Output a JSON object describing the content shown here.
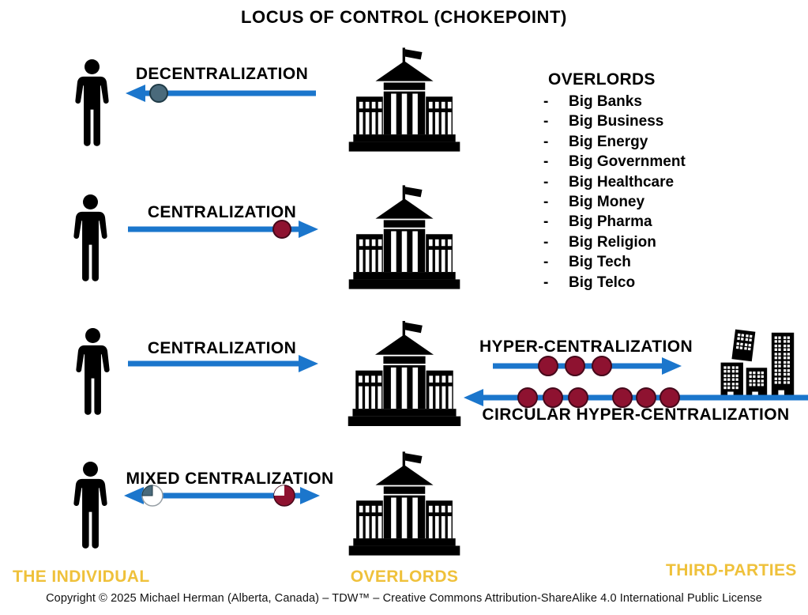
{
  "title": "LOCUS OF CONTROL (CHOKEPOINT)",
  "colors": {
    "arrow_blue": "#1B76CC",
    "dot_red": "#8E1230",
    "dot_slate": "#4A6A7B",
    "gold_label": "#EFC13B",
    "icon_black": "#000000"
  },
  "icons": {
    "individual": "person-icon",
    "overlord": "government-building-icon",
    "third_parties": "city-buildings-icon"
  },
  "rows": {
    "row1": {
      "label": "DECENTRALIZATION",
      "arrow_direction": "left",
      "slate_dots": 1
    },
    "row2": {
      "label": "CENTRALIZATION",
      "arrow_direction": "right",
      "red_dots": 1
    },
    "row3": {
      "label": "CENTRALIZATION",
      "arrow_direction": "right",
      "hyper": {
        "label": "HYPER-CENTRALIZATION",
        "arrow_direction": "right",
        "red_dots": 3
      },
      "circular": {
        "label": "CIRCULAR HYPER-CENTRALIZATION",
        "arrow_direction": "left",
        "red_dots": 6
      }
    },
    "row4": {
      "label": "MIXED CENTRALIZATION",
      "arrow_direction": "both",
      "pies": [
        "quarter-slate-on-white",
        "quarter-white-on-red"
      ]
    }
  },
  "overlords_list": {
    "heading": "OVERLORDS",
    "bullet": "-",
    "items": [
      "Big Banks",
      "Big Business",
      "Big Energy",
      "Big Government",
      "Big Healthcare",
      "Big Money",
      "Big Pharma",
      "Big Religion",
      "Big Tech",
      "Big Telco"
    ]
  },
  "footer": {
    "left": "THE INDIVIDUAL",
    "center": "OVERLORDS",
    "right": "THIRD-PARTIES",
    "copyright": "Copyright © 2025 Michael Herman (Alberta, Canada) – TDW™ – Creative Commons Attribution-ShareAlike 4.0 International Public License"
  }
}
